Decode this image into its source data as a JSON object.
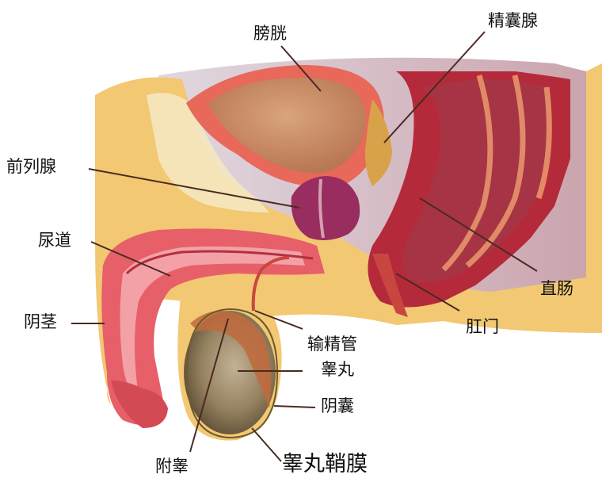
{
  "labels": {
    "bladder": "膀胱",
    "seminal_vesicle": "精囊腺",
    "prostate": "前列腺",
    "urethra": "尿道",
    "penis": "阴茎",
    "rectum": "直肠",
    "anus": "肛门",
    "vas_deferens": "输精管",
    "testis": "睾丸",
    "scrotum": "阴囊",
    "epididymis": "附睾",
    "tunica_vaginalis": "睾丸鞘膜"
  },
  "colors": {
    "fat": "#f2c873",
    "muscle": "#c63a45",
    "mucosa": "#f08a8a",
    "bladder_inner": "#c98a66",
    "prostate": "#9a2d60",
    "testis": "#8d7c60",
    "leader": "#4a2a22"
  }
}
